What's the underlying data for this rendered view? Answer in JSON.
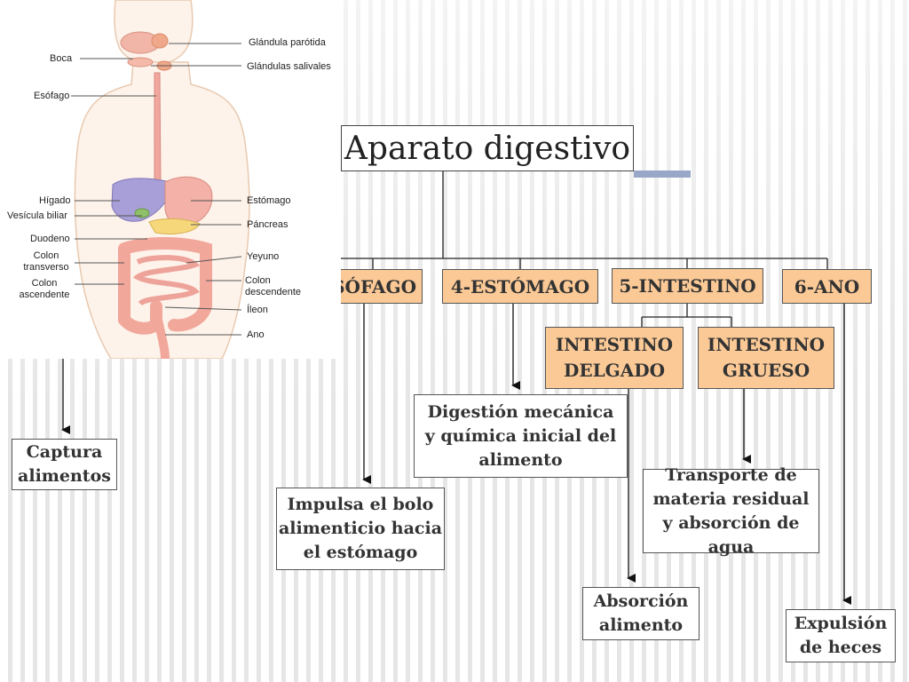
{
  "title": "Aparato digestivo",
  "categories": {
    "esofago": "ESÓFAGO",
    "estomago": "4-ESTÓMAGO",
    "intestino": "5-INTESTINO",
    "ano": "6-ANO"
  },
  "subcategories": {
    "delgado": "INTESTINO DELGADO",
    "grueso": "INTESTINO GRUESO"
  },
  "functions": {
    "captura": "Captura alimentos",
    "impulsa": "Impulsa el bolo alimenticio hacia el estómago",
    "digestion": "Digestión mecánica y química inicial del alimento",
    "transporte": "Transporte de materia residual y absorción de agua",
    "absorcion": "Absorción alimento",
    "expulsion": "Expulsión de heces"
  },
  "anatomy_labels": {
    "parotida": "Glándula parótida",
    "boca": "Boca",
    "salivales": "Glándulas salivales",
    "esofago": "Esófago",
    "higado": "Hígado",
    "estomago": "Estómago",
    "vesicula": "Vesícula biliar",
    "pancreas": "Páncreas",
    "duodeno": "Duodeno",
    "yeyuno": "Yeyuno",
    "colon_transverso": "Colon transverso",
    "colon_descendente": "Colon descendente",
    "colon_ascendente": "Colon ascendente",
    "ileon": "Íleon",
    "ano": "Ano"
  },
  "colors": {
    "category_fill": "#fbc996",
    "accent_bar": "#98a6c8"
  }
}
